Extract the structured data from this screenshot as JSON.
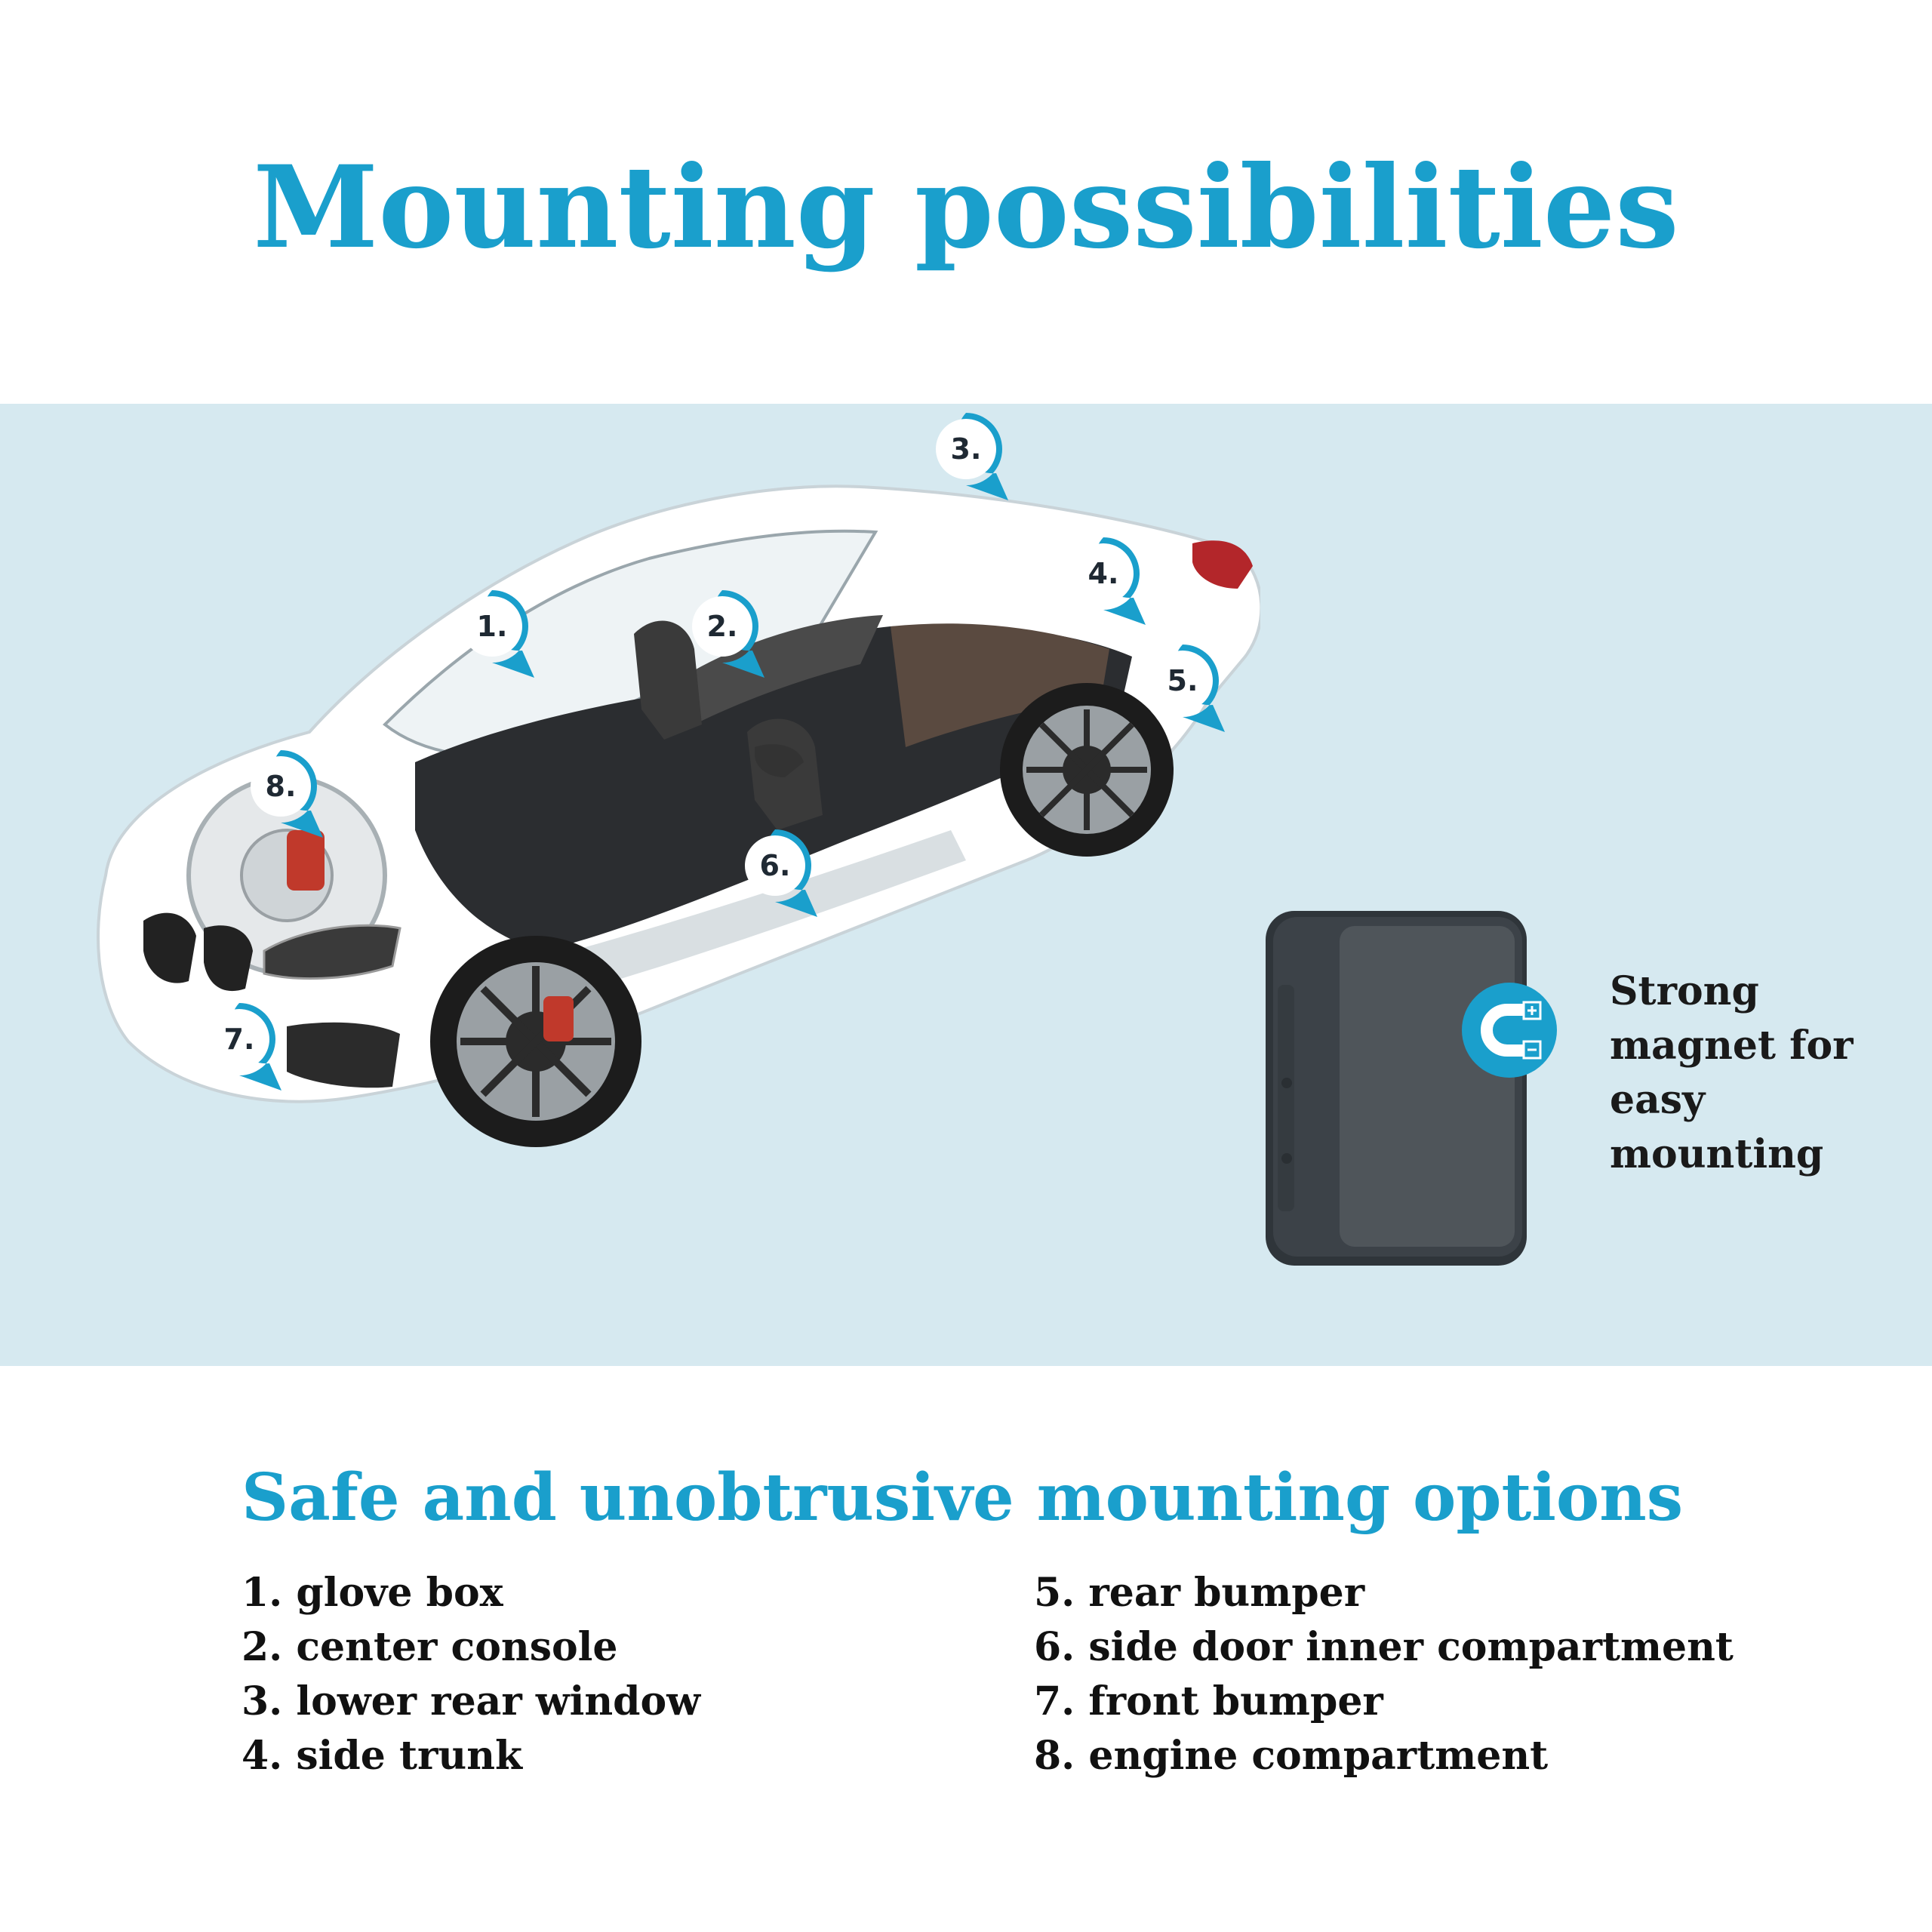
{
  "title": "Mounting possibilities",
  "markers": [
    {
      "label": "1."
    },
    {
      "label": "2."
    },
    {
      "label": "3."
    },
    {
      "label": "4."
    },
    {
      "label": "5."
    },
    {
      "label": "6."
    },
    {
      "label": "7."
    },
    {
      "label": "8."
    }
  ],
  "magnet": {
    "text_lines": [
      "Strong",
      "magnet for",
      "easy",
      "mounting"
    ]
  },
  "subtitle": "Safe and unobtrusive mounting options",
  "options_left": [
    "1. glove box",
    "2. center console",
    "3. lower rear window",
    "4. side trunk"
  ],
  "options_right": [
    "5. rear bumper",
    "6. side door inner compartment",
    "7. front bumper",
    "8. engine compartment"
  ],
  "colors": {
    "accent": "#1a9fcc",
    "band": "#d6e9f0",
    "device": "#3c4248",
    "text": "#111111"
  },
  "icons": [
    "car-illustration",
    "location-pin-icon",
    "gps-tracker-device",
    "magnet-icon"
  ]
}
